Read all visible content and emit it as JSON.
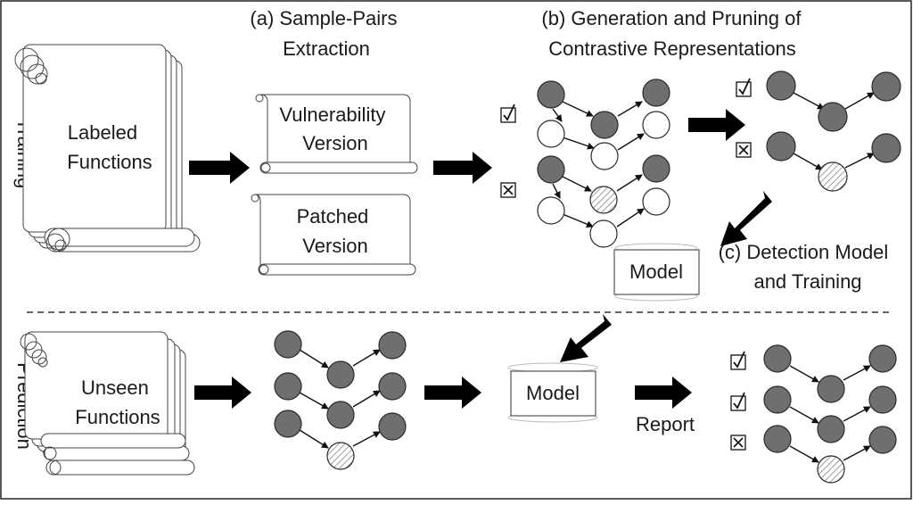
{
  "training": {
    "side_label": "Training",
    "labeled_functions": [
      "Labeled",
      "Functions"
    ],
    "step_a_title": [
      "(a) Sample-Pairs",
      "Extraction"
    ],
    "vulnerability_version": [
      "Vulnerability",
      "Version"
    ],
    "patched_version": [
      "Patched",
      "Version"
    ],
    "step_b_title": [
      "(b) Generation and Pruning of",
      "Contrastive Representations"
    ],
    "step_c_title": [
      "(c)  Detection Model",
      "and Training"
    ],
    "model_label": "Model"
  },
  "prediction": {
    "side_label": "Prediction",
    "unseen_functions": [
      "Unseen",
      "Functions"
    ],
    "model_label": "Model",
    "report_label": "Report"
  },
  "marks": {
    "check": "checked-box-icon",
    "cross": "crossed-box-icon"
  },
  "colors": {
    "node_dark": "#6f6f6f",
    "arrow": "#000000"
  }
}
